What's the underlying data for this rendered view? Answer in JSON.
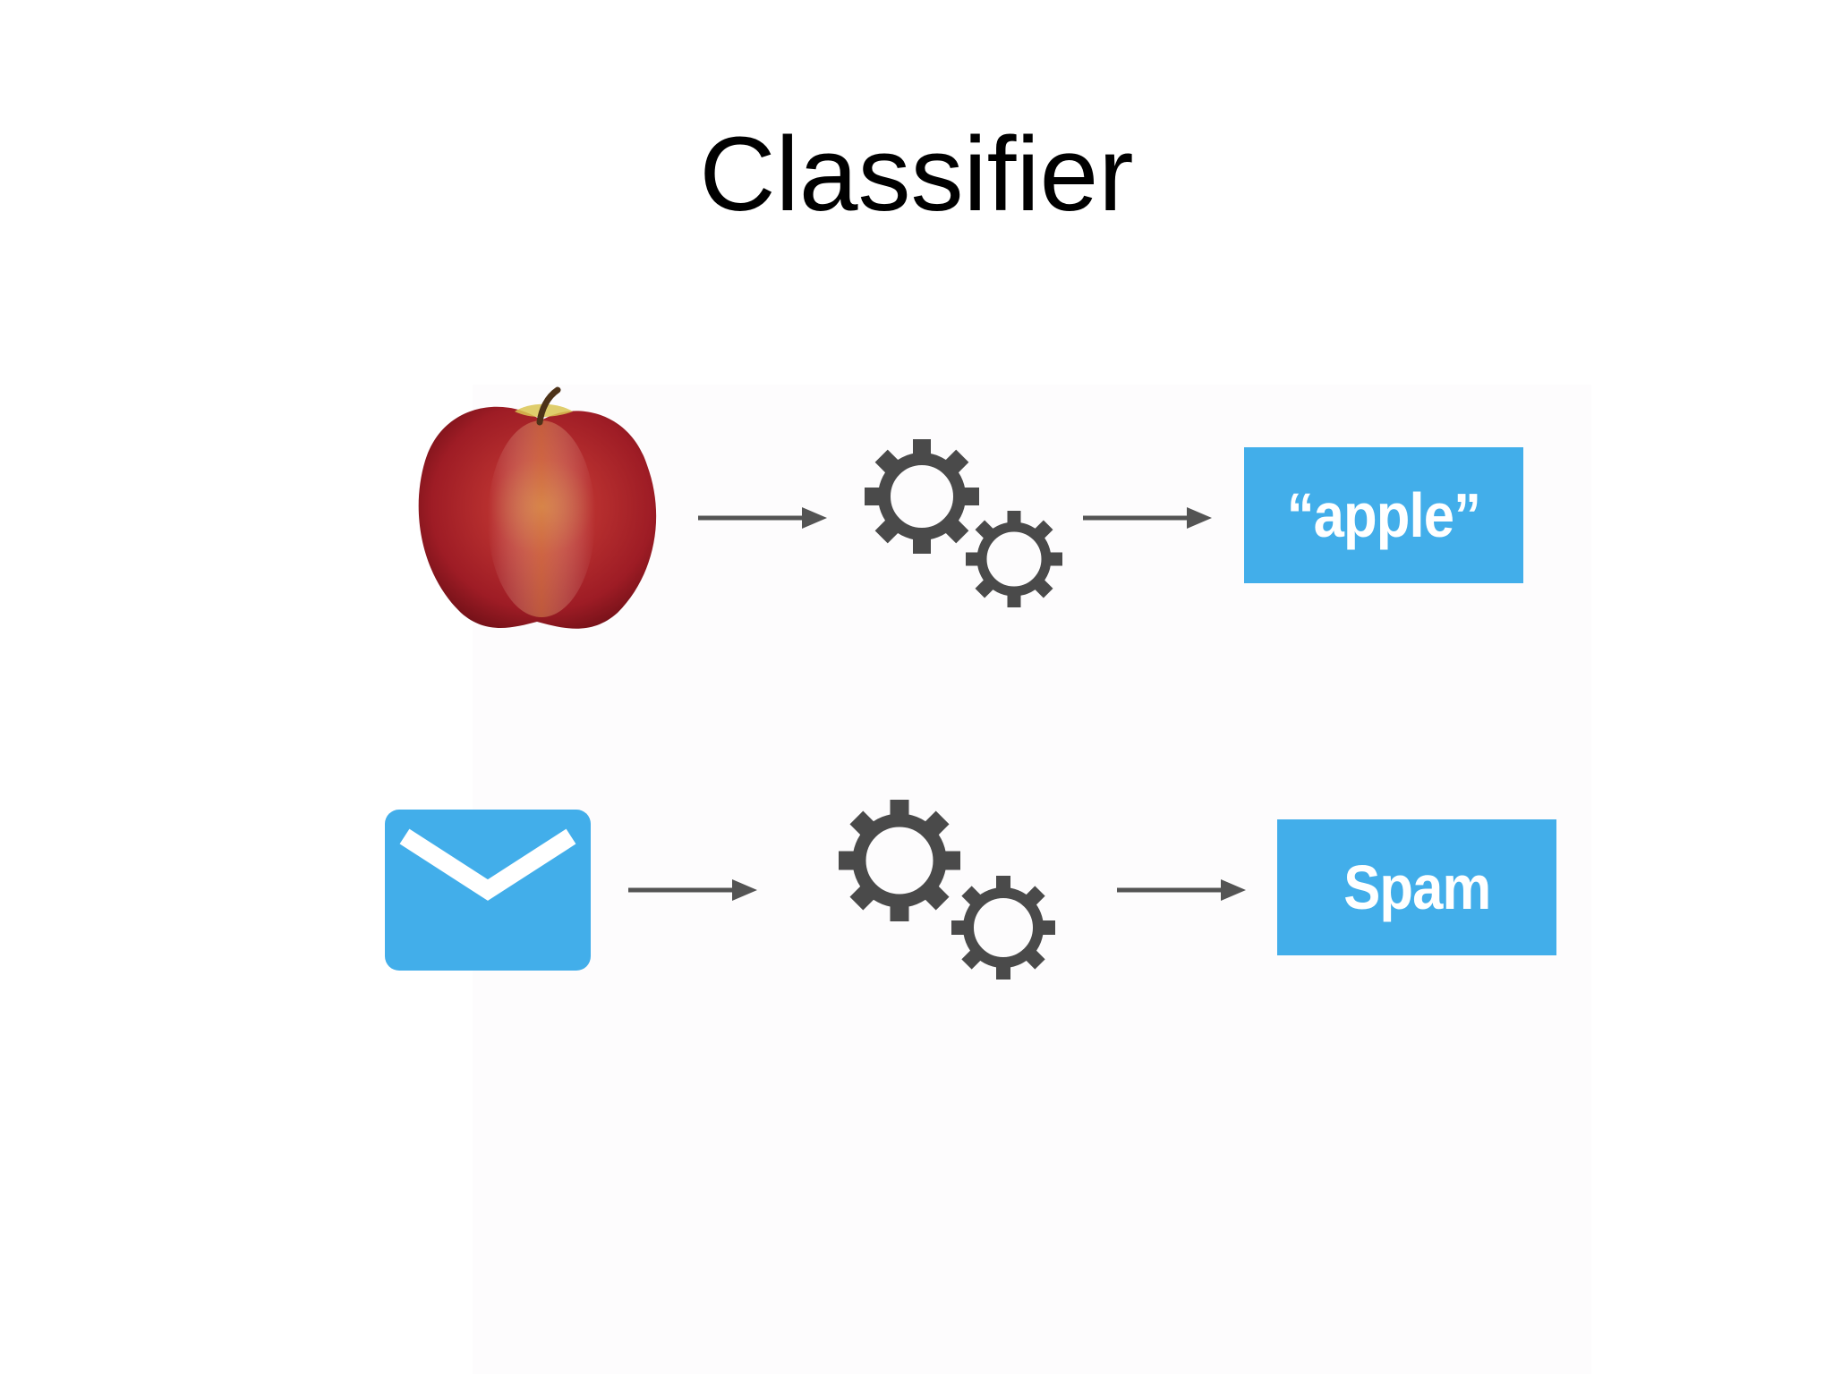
{
  "title": "Classifier",
  "colors": {
    "accent_blue": "#42aeea",
    "label_text": "#ffffff",
    "arrow": "#545454",
    "gear": "#4a4a4a"
  },
  "rows": [
    {
      "input_icon": "apple-icon",
      "process_icon": "gears-icon",
      "output_label": "“apple”"
    },
    {
      "input_icon": "envelope-icon",
      "process_icon": "gears-icon",
      "output_label": "Spam"
    }
  ]
}
